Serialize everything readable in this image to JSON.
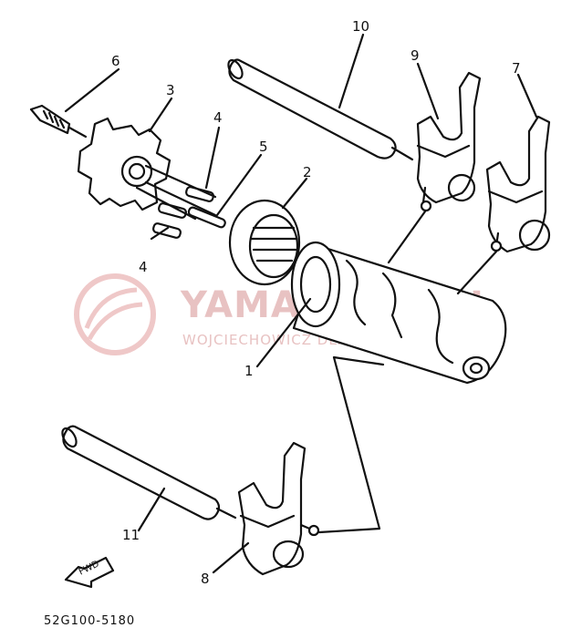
{
  "callouts": [
    {
      "id": "1",
      "label": "1"
    },
    {
      "id": "2",
      "label": "2"
    },
    {
      "id": "3",
      "label": "3"
    },
    {
      "id": "4a",
      "label": "4"
    },
    {
      "id": "4b",
      "label": "4"
    },
    {
      "id": "5",
      "label": "5"
    },
    {
      "id": "6",
      "label": "6"
    },
    {
      "id": "7",
      "label": "7"
    },
    {
      "id": "8",
      "label": "8"
    },
    {
      "id": "9",
      "label": "9"
    },
    {
      "id": "10",
      "label": "10"
    },
    {
      "id": "11",
      "label": "11"
    }
  ],
  "fwd_label": "FWD",
  "reference_code": "52G100-5180",
  "watermark": {
    "brand": "YAMASKLEP.PL",
    "subtitle": "WOJCIECHOWICZ DEALER YAMAHA"
  },
  "colors": {
    "ink": "#111111",
    "watermark": "#e8c2c2"
  }
}
